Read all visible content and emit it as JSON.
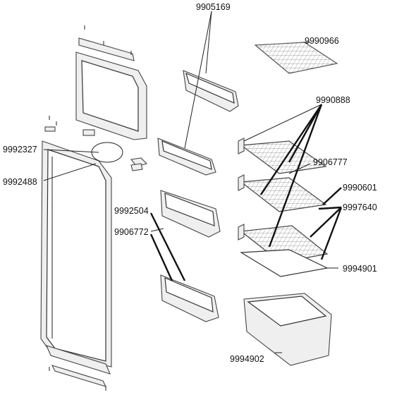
{
  "parts": {
    "p9905169": "9905169",
    "p9990966": "9990966",
    "p9990888": "9990888",
    "p9992327": "9992327",
    "p9906777": "9906777",
    "p9992488": "9992488",
    "p9990601": "9990601",
    "p9997640": "9997640",
    "p9992504": "9992504",
    "p9906772": "9906772",
    "p9994901": "9994901",
    "p9994902": "9994902"
  }
}
